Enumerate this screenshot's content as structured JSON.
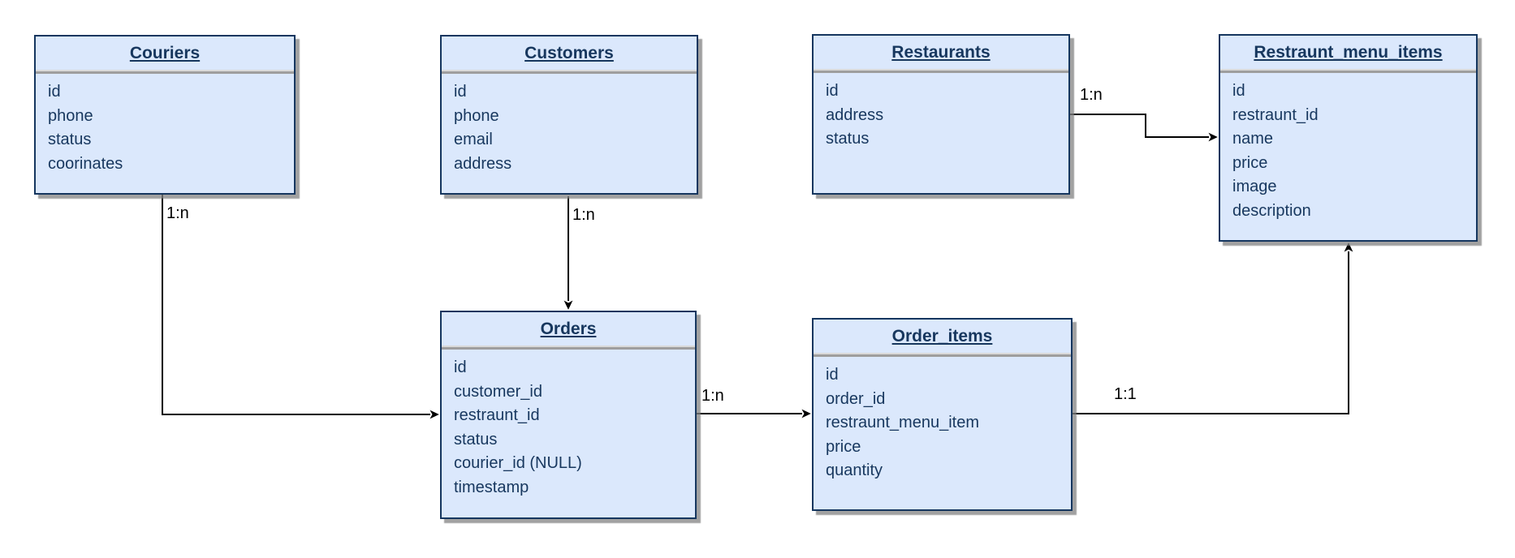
{
  "diagram": {
    "kind": "entity-relationship",
    "background": "#ffffff"
  },
  "colors": {
    "entity_fill": "#dbe8fc",
    "entity_border": "#15365f",
    "entity_text": "#17375e",
    "connector": "#000000",
    "header_separator": "#9e9e9e"
  },
  "entities": [
    {
      "title": "Couriers",
      "fields": [
        "id",
        "phone",
        "status",
        "coorinates"
      ]
    },
    {
      "title": "Customers",
      "fields": [
        "id",
        "phone",
        "email",
        "address"
      ]
    },
    {
      "title": "Restaurants",
      "fields": [
        "id",
        "address",
        "status"
      ]
    },
    {
      "title": "Restraunt_menu_items",
      "fields": [
        "id",
        "restraunt_id",
        "name",
        "price",
        "image",
        "description"
      ]
    },
    {
      "title": "Orders",
      "fields": [
        "id",
        "customer_id",
        "restraunt_id",
        "status",
        "courier_id (NULL)",
        "timestamp"
      ]
    },
    {
      "title": "Order_items",
      "fields": [
        "id",
        "order_id",
        "restraunt_menu_item",
        "price",
        "quantity"
      ]
    }
  ],
  "connectors": [
    {
      "from": "Couriers",
      "to": "Orders",
      "label": "1:n"
    },
    {
      "from": "Customers",
      "to": "Orders",
      "label": "1:n"
    },
    {
      "from": "Restaurants",
      "to": "Restraunt_menu_items",
      "label": "1:n"
    },
    {
      "from": "Orders",
      "to": "Order_items",
      "label": "1:n"
    },
    {
      "from": "Order_items",
      "to": "Restraunt_menu_items",
      "label": "1:1"
    }
  ]
}
